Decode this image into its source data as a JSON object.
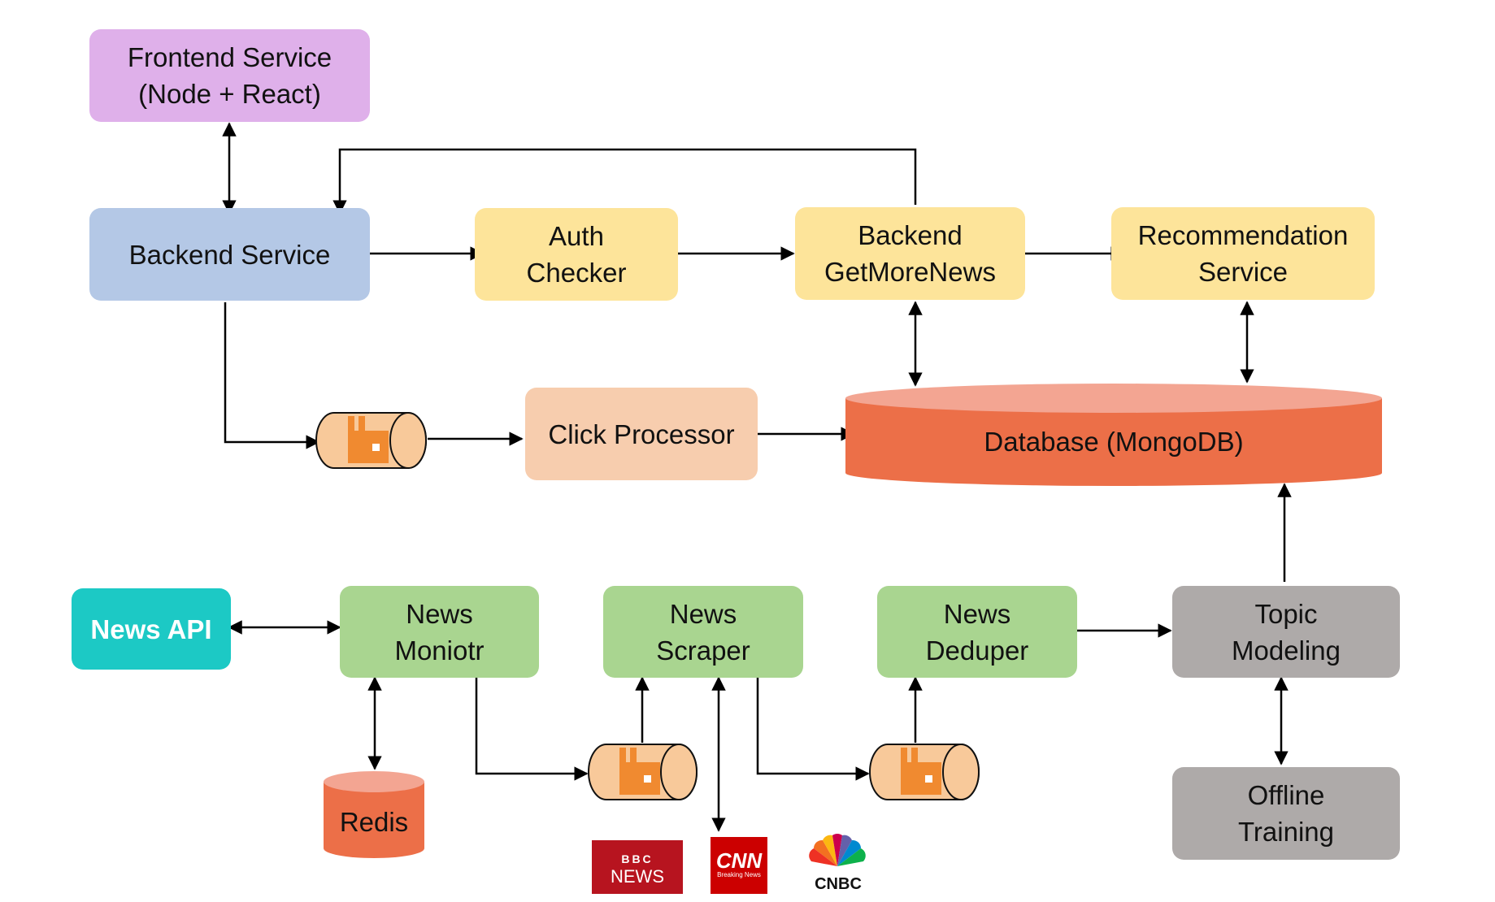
{
  "nodes": {
    "frontend": {
      "line1": "Frontend Service",
      "line2": "(Node + React)"
    },
    "backend": {
      "line1": "Backend Service"
    },
    "auth": {
      "line1": "Auth",
      "line2": "Checker"
    },
    "getmore": {
      "line1": "Backend",
      "line2": "GetMoreNews"
    },
    "recommend": {
      "line1": "Recommendation",
      "line2": "Service"
    },
    "click": {
      "line1": "Click Processor"
    },
    "database": {
      "line1": "Database (MongoDB)"
    },
    "newsapi": {
      "line1": "News API"
    },
    "monitor": {
      "line1": "News",
      "line2": "Moniotr"
    },
    "scraper": {
      "line1": "News",
      "line2": "Scraper"
    },
    "deduper": {
      "line1": "News",
      "line2": "Deduper"
    },
    "topic": {
      "line1": "Topic",
      "line2": "Modeling"
    },
    "offline": {
      "line1": "Offline",
      "line2": "Training"
    },
    "redis": {
      "line1": "Redis"
    }
  },
  "logos": {
    "bbc": {
      "top": "BBC",
      "bottom": "NEWS"
    },
    "cnn": {
      "top": "CNN",
      "bottom": "Breaking News"
    },
    "cnbc": {
      "text": "CNBC"
    }
  },
  "icons": {
    "queue": "rabbitmq-queue-icon"
  },
  "colors": {
    "frontend": "#dfb0ea",
    "backend": "#b4c8e6",
    "service": "#fde49a",
    "click": "#f7cdae",
    "pipeline": "#a9d590",
    "modeling": "#aeaaa9",
    "newsapi": "#1cc9c5",
    "database": "#ec6f48",
    "database_top": "#f3a592",
    "queue_fill": "#f8c99a",
    "queue_icon": "#f08a30",
    "bbc": "#b7141f",
    "cnn": "#cc0000"
  }
}
